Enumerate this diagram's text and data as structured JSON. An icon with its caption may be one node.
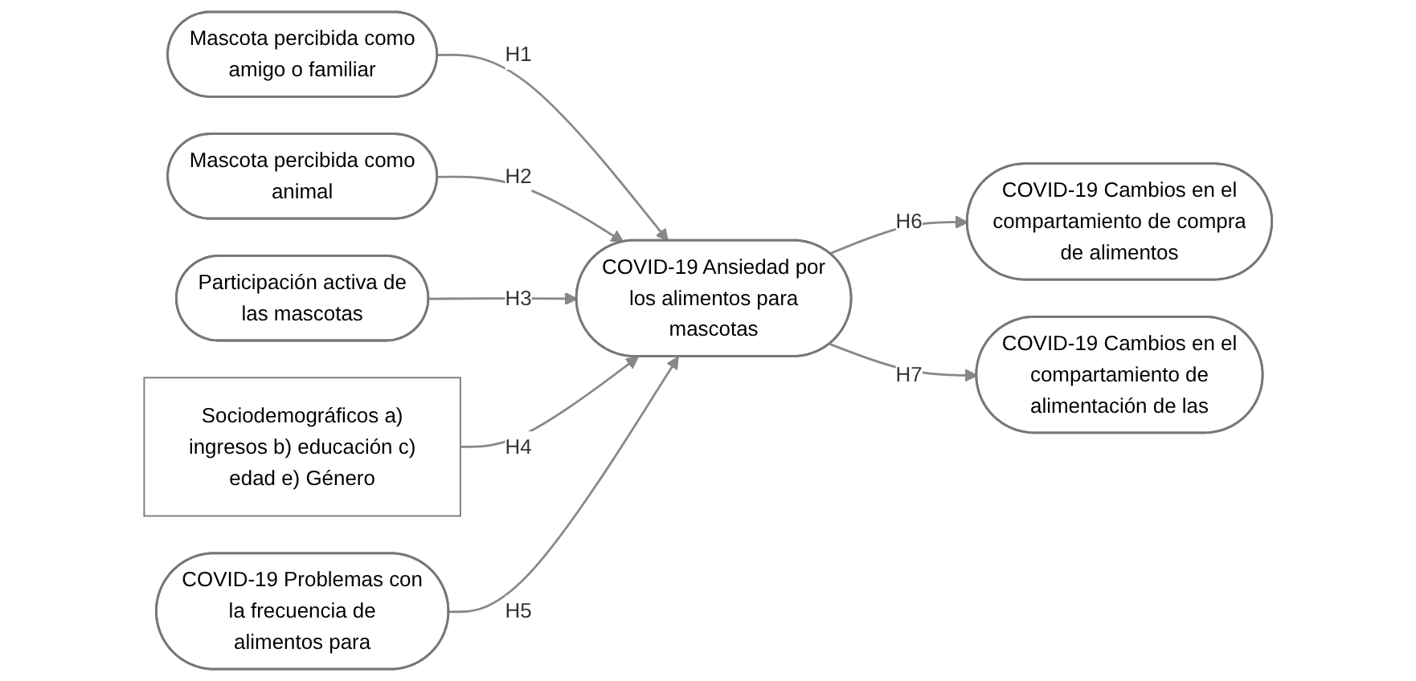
{
  "diagram": {
    "nodes": [
      {
        "text": [
          "Mascota percibida como amigo o familiar"
        ]
      },
      {
        "text": [
          "Mascota percibida como animal"
        ]
      },
      {
        "text": [
          "Participación activa de las mascotas"
        ]
      },
      {
        "text": [
          "Sociodemográficos a) ingresos b) educación c) edad e) Género"
        ]
      },
      {
        "text": [
          "COVID-19 Ansiedad por los alimentos para mascotas"
        ]
      },
      {
        "text": [
          "COVID-19 Problemas con la frecuencia de alimentos para"
        ]
      },
      {
        "text": [
          "COVID-19 Cambios en el compartamiento de compra de alimentos"
        ]
      },
      {
        "text": [
          "COVID-19 Cambios en el compartamiento de alimentación de las"
        ]
      }
    ],
    "edges": [
      {
        "from": 0,
        "to": 4,
        "arrow": "to",
        "label": "H1"
      },
      {
        "from": 1,
        "to": 4,
        "arrow": "to",
        "label": "H2"
      },
      {
        "from": 2,
        "to": 4,
        "arrow": "to",
        "label": "H3"
      },
      {
        "from": 3,
        "to": 4,
        "arrow": "to",
        "label": "H4"
      },
      {
        "from": 5,
        "to": 4,
        "arrow": "to",
        "label": "H5"
      },
      {
        "from": 4,
        "to": 6,
        "arrow": "to",
        "label": "H6"
      },
      {
        "from": 4,
        "to": 7,
        "arrow": "to",
        "label": "H7"
      }
    ]
  }
}
